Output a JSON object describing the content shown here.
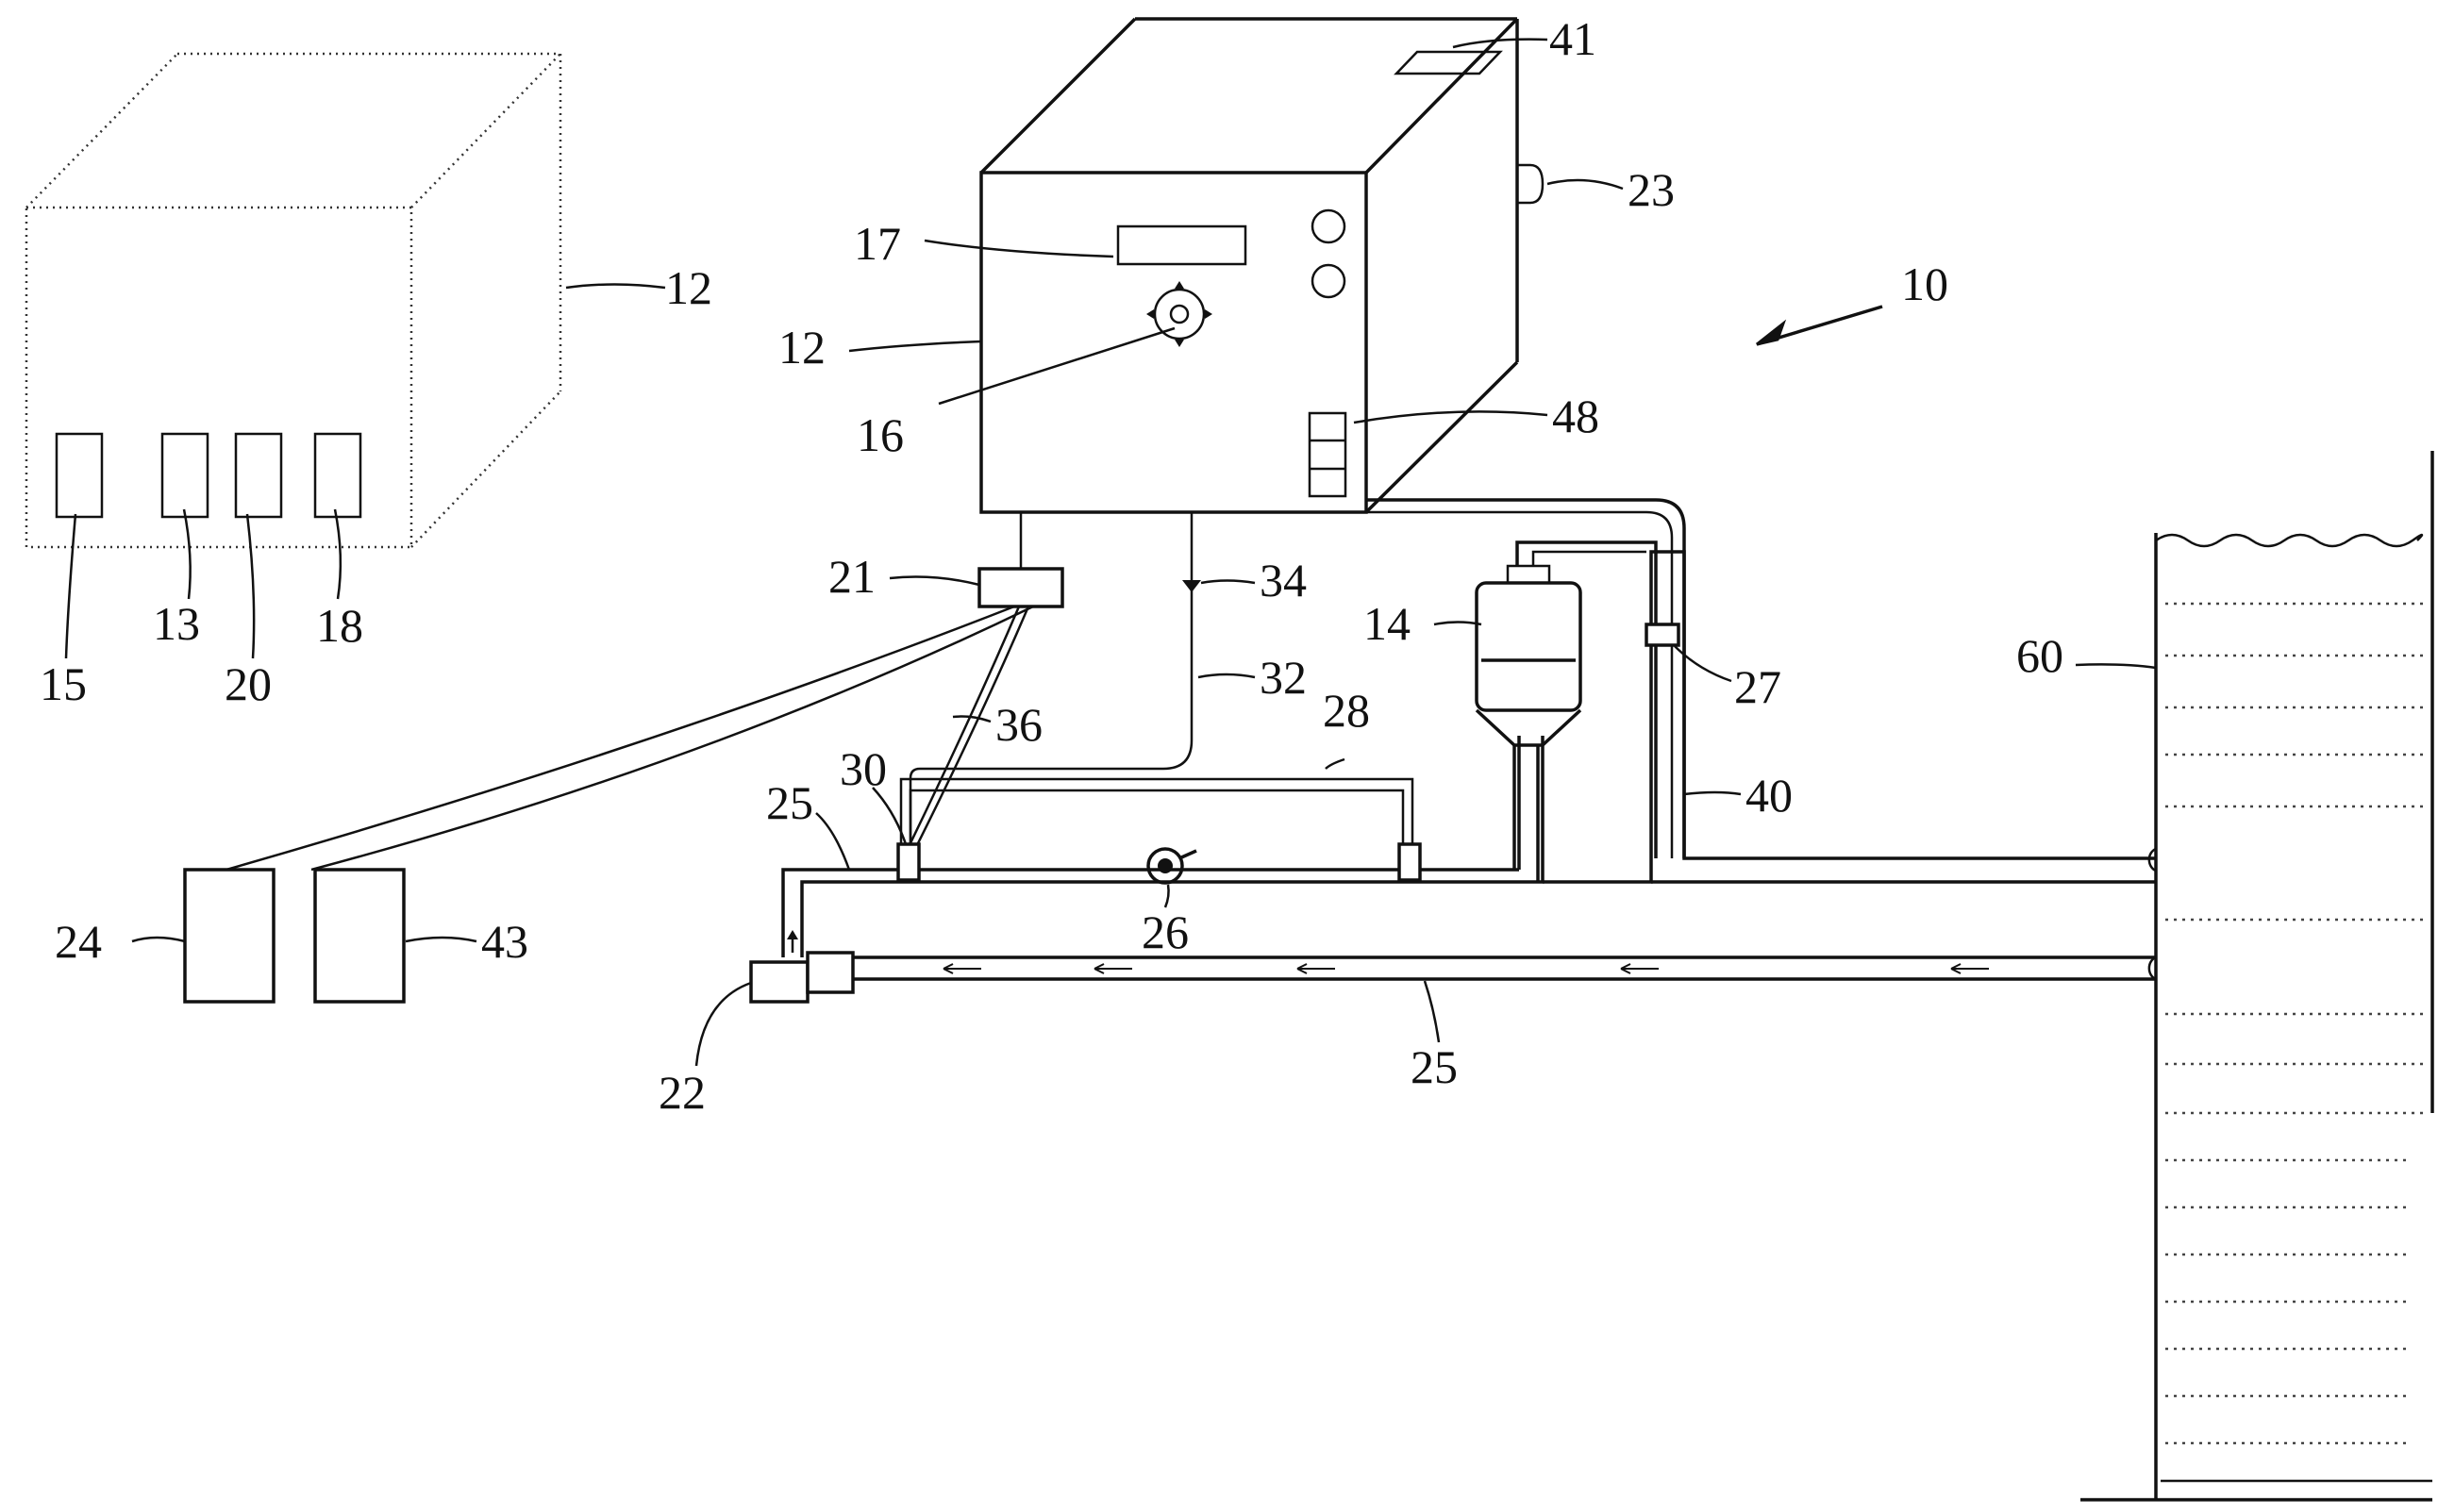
{
  "figure": {
    "reference_numeral": "10"
  },
  "labels": {
    "l41": "41",
    "l23": "23",
    "l17": "17",
    "l12a": "12",
    "l12b": "12",
    "l10": "10",
    "l16": "16",
    "l48": "48",
    "l15": "15",
    "l13": "13",
    "l20": "20",
    "l18": "18",
    "l21": "21",
    "l34": "34",
    "l14": "14",
    "l27": "27",
    "l32": "32",
    "l28": "28",
    "l36": "36",
    "l30": "30",
    "l25a": "25",
    "l40": "40",
    "l60": "60",
    "l26": "26",
    "l24": "24",
    "l43": "43",
    "l22": "22",
    "l25b": "25"
  }
}
